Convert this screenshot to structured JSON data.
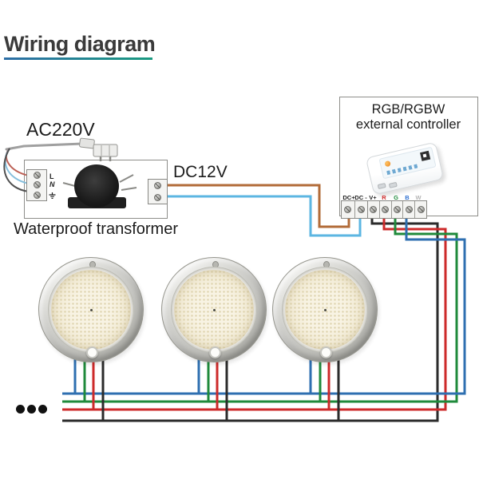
{
  "title": "Wiring diagram",
  "transformer": {
    "input_voltage_label": "AC220V",
    "output_voltage_label": "DC12V",
    "caption": "Waterproof transformer",
    "input_terminals": [
      "L",
      "N"
    ],
    "input_terminal_ground": "earth-ground-symbol",
    "output_terminal_count": 2
  },
  "controller": {
    "title_line1": "RGB/RGBW",
    "title_line2": "external controller",
    "terminals": [
      {
        "label": "DC+",
        "label_color": "#222222",
        "wire_color": "#b26b38"
      },
      {
        "label": "DC -",
        "label_color": "#222222",
        "wire_color": "#5cb6e2"
      },
      {
        "label": "V+",
        "label_color": "#222222",
        "wire_color": "#2b2b2b"
      },
      {
        "label": "R",
        "label_color": "#cf2b2b",
        "wire_color": "#cd2a2a"
      },
      {
        "label": "G",
        "label_color": "#1f8a3b",
        "wire_color": "#1f8a3b"
      },
      {
        "label": "B",
        "label_color": "#2e6fd0",
        "wire_color": "#2e6fb0"
      },
      {
        "label": "W",
        "label_color": "#b5b5b5",
        "wire_color": null
      }
    ]
  },
  "lights": {
    "count": 3,
    "more_lights_dots": 3,
    "drop_wire_colors": [
      "#2e6fb0",
      "#1f8a3b",
      "#cd2a2a",
      "#2b2b2b"
    ]
  },
  "wires": {
    "ac_live": "#bc6055",
    "ac_neutral": "#85bedc",
    "ac_ground": "#4f4f4f",
    "ac_cable": "#a0a0a0",
    "dc_plus": "#b26b38",
    "dc_minus": "#5cb6e2",
    "bus_blue": "#2e6fb0",
    "bus_green": "#1f8a3b",
    "bus_red": "#cd2a2a",
    "bus_black": "#2b2b2b"
  },
  "accent": {
    "title_underline_left": "#2d6ea6",
    "title_underline_right": "#1a9a80",
    "title_color": "#3a3a3a"
  }
}
